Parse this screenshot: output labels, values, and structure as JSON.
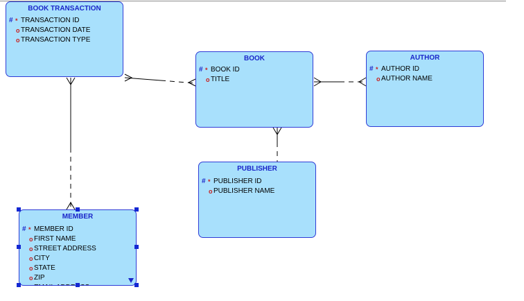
{
  "colors": {
    "entity_fill": "#a8e0fc",
    "entity_border": "#2e3bd6",
    "title_text": "#1b26c9",
    "pk_marker": "#1b26c9",
    "mandatory_marker": "#c81e1e",
    "selection_handle": "#1428d2",
    "connector_line": "#000000"
  },
  "markers": {
    "pk_hash": "#",
    "mandatory": "*",
    "optional": "o"
  },
  "entities": {
    "book_transaction": {
      "title": "BOOK TRANSACTION",
      "attributes": [
        {
          "name": "TRANSACTION ID",
          "primary_key": true
        },
        {
          "name": "TRANSACTION DATE",
          "primary_key": false
        },
        {
          "name": "TRANSACTION TYPE",
          "primary_key": false
        }
      ]
    },
    "book": {
      "title": "BOOK",
      "attributes": [
        {
          "name": "BOOK ID",
          "primary_key": true
        },
        {
          "name": "TITLE",
          "primary_key": false
        }
      ]
    },
    "author": {
      "title": "AUTHOR",
      "attributes": [
        {
          "name": "AUTHOR ID",
          "primary_key": true
        },
        {
          "name": "AUTHOR NAME",
          "primary_key": false
        }
      ]
    },
    "publisher": {
      "title": "PUBLISHER",
      "attributes": [
        {
          "name": "PUBLISHER ID",
          "primary_key": true
        },
        {
          "name": "PUBLISHER NAME",
          "primary_key": false
        }
      ]
    },
    "member": {
      "title": "MEMBER",
      "selected": true,
      "attributes": [
        {
          "name": "MEMBER ID",
          "primary_key": true
        },
        {
          "name": "FIRST NAME",
          "primary_key": false
        },
        {
          "name": "STREET ADDRESS",
          "primary_key": false
        },
        {
          "name": "CITY",
          "primary_key": false
        },
        {
          "name": "STATE",
          "primary_key": false
        },
        {
          "name": "ZIP",
          "primary_key": false
        },
        {
          "name": "EMAIL ADDRESS",
          "primary_key": false
        }
      ]
    }
  },
  "relationships": [
    {
      "from": "book_transaction",
      "to": "book",
      "from_end": "many",
      "to_end": "many"
    },
    {
      "from": "book",
      "to": "author",
      "from_end": "many",
      "to_end": "many"
    },
    {
      "from": "book",
      "to": "publisher",
      "from_end": "many",
      "to_end": "one"
    },
    {
      "from": "book_transaction",
      "to": "member",
      "from_end": "many",
      "to_end": "many"
    }
  ]
}
